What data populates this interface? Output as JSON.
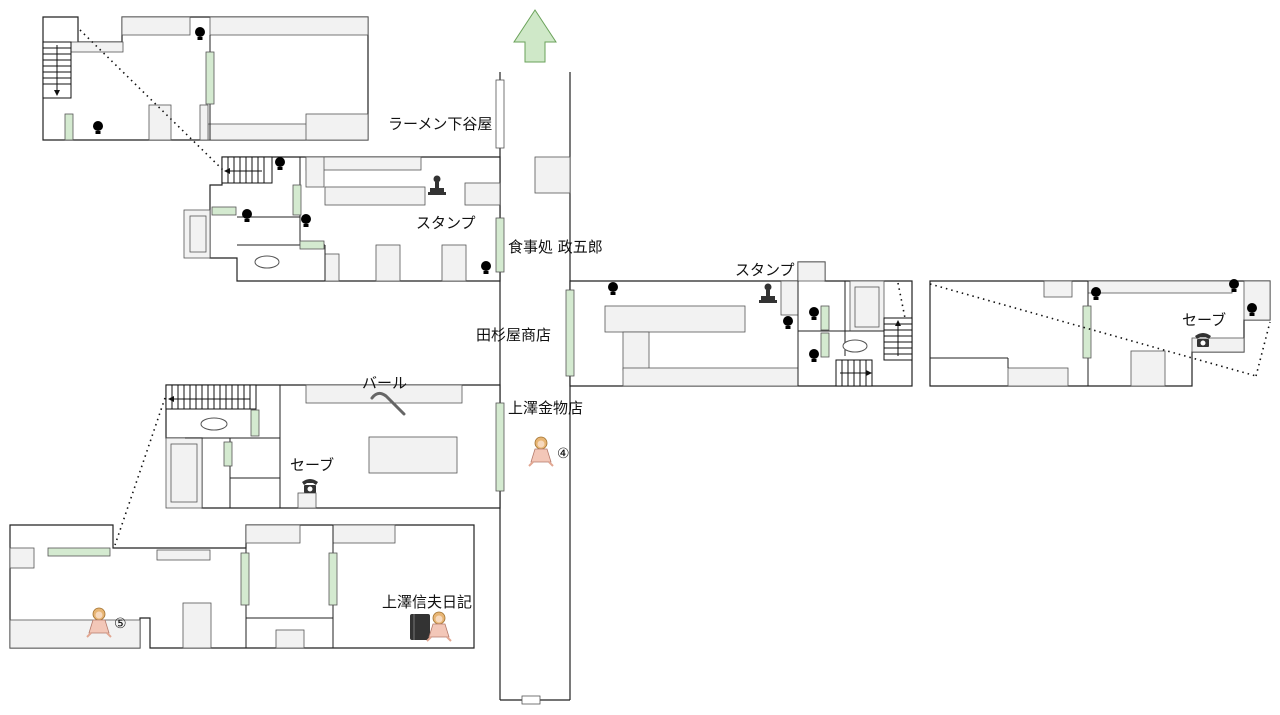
{
  "labels": {
    "ramen": "ラーメン下谷屋",
    "shokuji": "食事処 政五郎",
    "tasugiya": "田杉屋商店",
    "uezawa_kanamono": "上澤金物店",
    "stamp_left": "スタンプ",
    "stamp_right": "スタンプ",
    "bar": "バール",
    "save_left": "セーブ",
    "save_right": "セーブ",
    "diary": "上澤信夫日記"
  },
  "markers": {
    "doll_4": "④",
    "doll_5": "⑤"
  },
  "colors": {
    "door": "#d4ead0",
    "bulb": "#e9a11b",
    "furniture": "#f2f2f2",
    "arrow": "#cfe8c8"
  },
  "icons": {
    "north_arrow": "arrow-up-icon",
    "stamp": "stamp-icon",
    "phone": "phone-icon",
    "crowbar": "crowbar-icon",
    "doll": "doll-icon",
    "book": "book-icon",
    "bulb": "light-bulb-icon"
  }
}
